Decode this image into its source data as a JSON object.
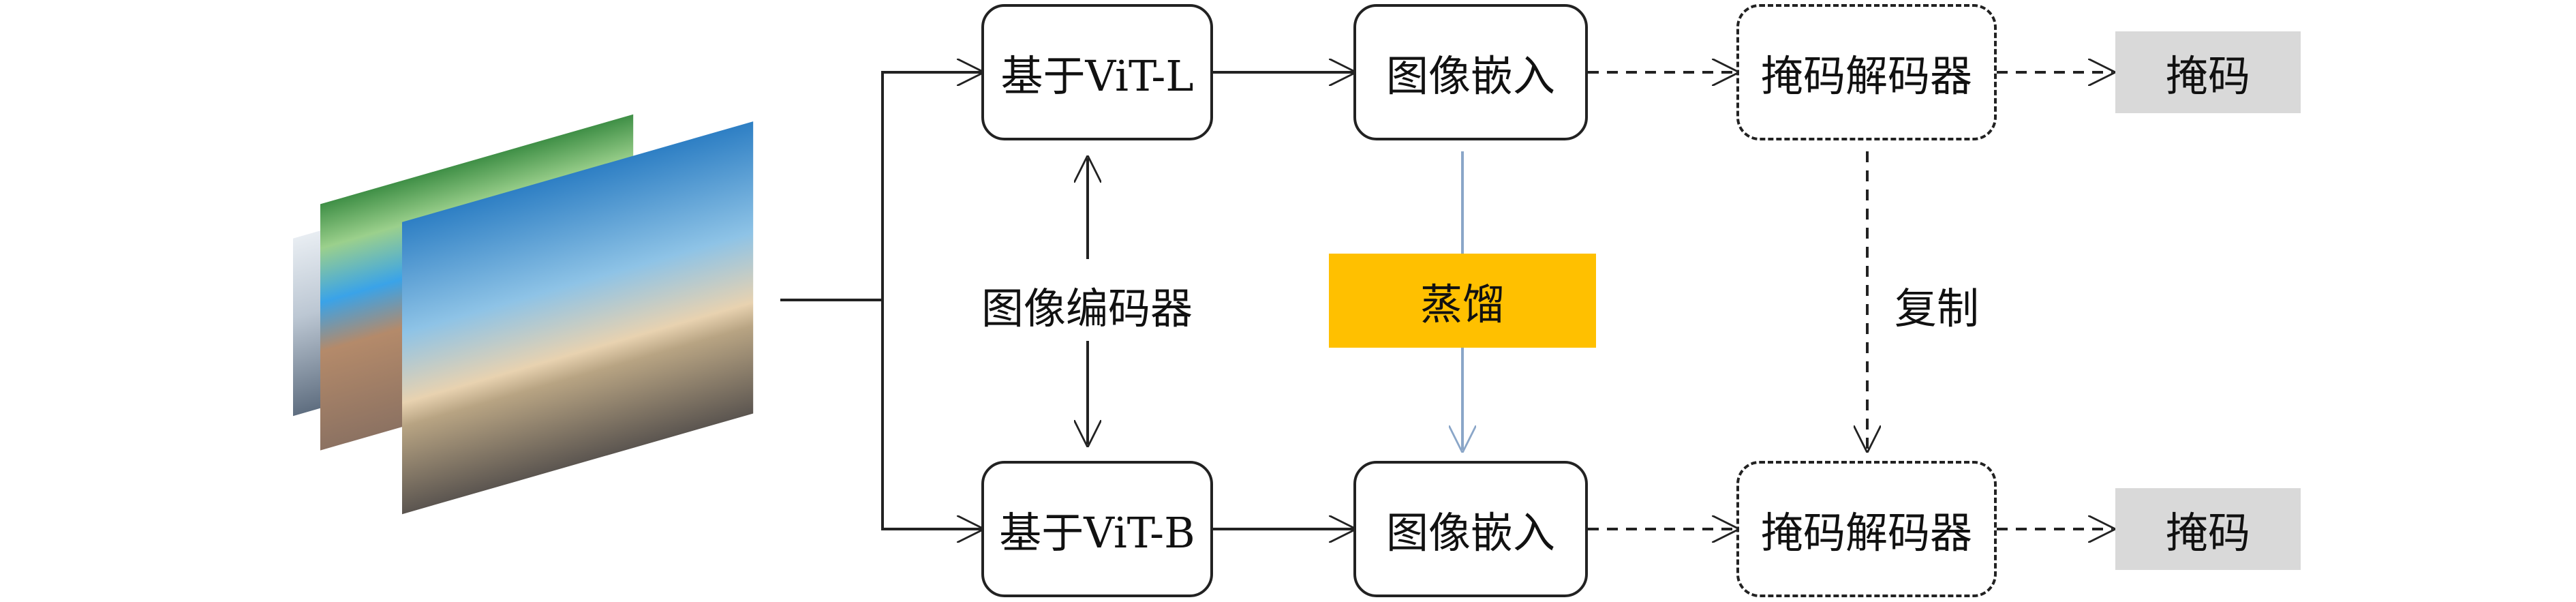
{
  "encoder_L": "基于ViT-L",
  "encoder_B": "基于ViT-B",
  "embed_top": "图像嵌入",
  "embed_bottom": "图像嵌入",
  "decoder_top": "掩码解码器",
  "decoder_bottom": "掩码解码器",
  "mask_top": "掩码",
  "mask_bottom": "掩码",
  "image_encoder_label": "图像编码器",
  "distill_label": "蒸馏",
  "copy_label": "复制",
  "colors": {
    "distill_fill": "#ffc000",
    "mask_fill": "#d9d9d9",
    "distill_arrow": "#8aa6c8"
  }
}
